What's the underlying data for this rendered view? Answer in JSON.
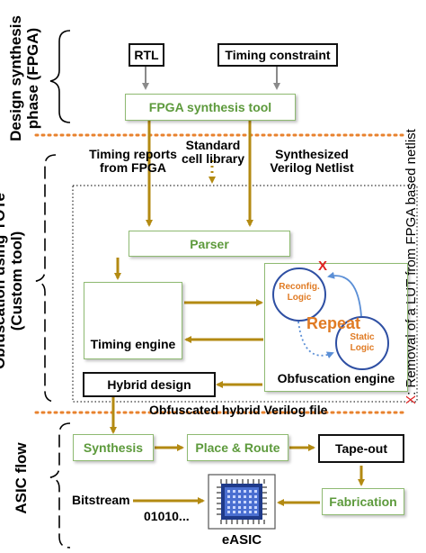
{
  "phases": {
    "design_synthesis": "Design synthesis\nphase (FPGA)",
    "obfuscation": "Obfuscation using TOTe\n(Custom tool)",
    "asic_flow": "ASIC flow"
  },
  "side_note": {
    "marker": "X",
    "text": ": Removal of a LUT from FPGA based netlist"
  },
  "synthesis_phase": {
    "rtl": "RTL",
    "timing_constraint": "Timing constraint",
    "fpga_tool": "FPGA synthesis tool"
  },
  "inputs": {
    "timing_reports": "Timing reports\nfrom FPGA",
    "standard_cell": "Standard\ncell library",
    "synthesized_netlist": "Synthesized\nVerilog Netlist"
  },
  "obfuscation_phase": {
    "parser": "Parser",
    "timing_engine": "Timing  engine",
    "obfuscation_engine": "Obfuscation engine",
    "reconfig_logic": "Reconfig.\nLogic",
    "static_logic": "Static\nLogic",
    "repeat": "Repeat",
    "x_mark": "X",
    "hybrid_design": "Hybrid design",
    "output_file": "Obfuscated hybrid Verilog file"
  },
  "asic_phase": {
    "synthesis": "Synthesis",
    "place_route": "Place & Route",
    "tape_out": "Tape-out",
    "fabrication": "Fabrication",
    "bitstream": "Bitstream",
    "bits": "01010...",
    "easic": "eASIC"
  },
  "colors": {
    "arrow_gold": "#b38a12",
    "box_green_border": "#8fba72",
    "box_green_text": "#5d9a3c",
    "separator_orange": "#e8822e",
    "logic_blue": "#2e4fa3",
    "logic_text_orange": "#e07b24",
    "x_red": "#e01f1f",
    "gray_arrow": "#8a8a8a"
  }
}
